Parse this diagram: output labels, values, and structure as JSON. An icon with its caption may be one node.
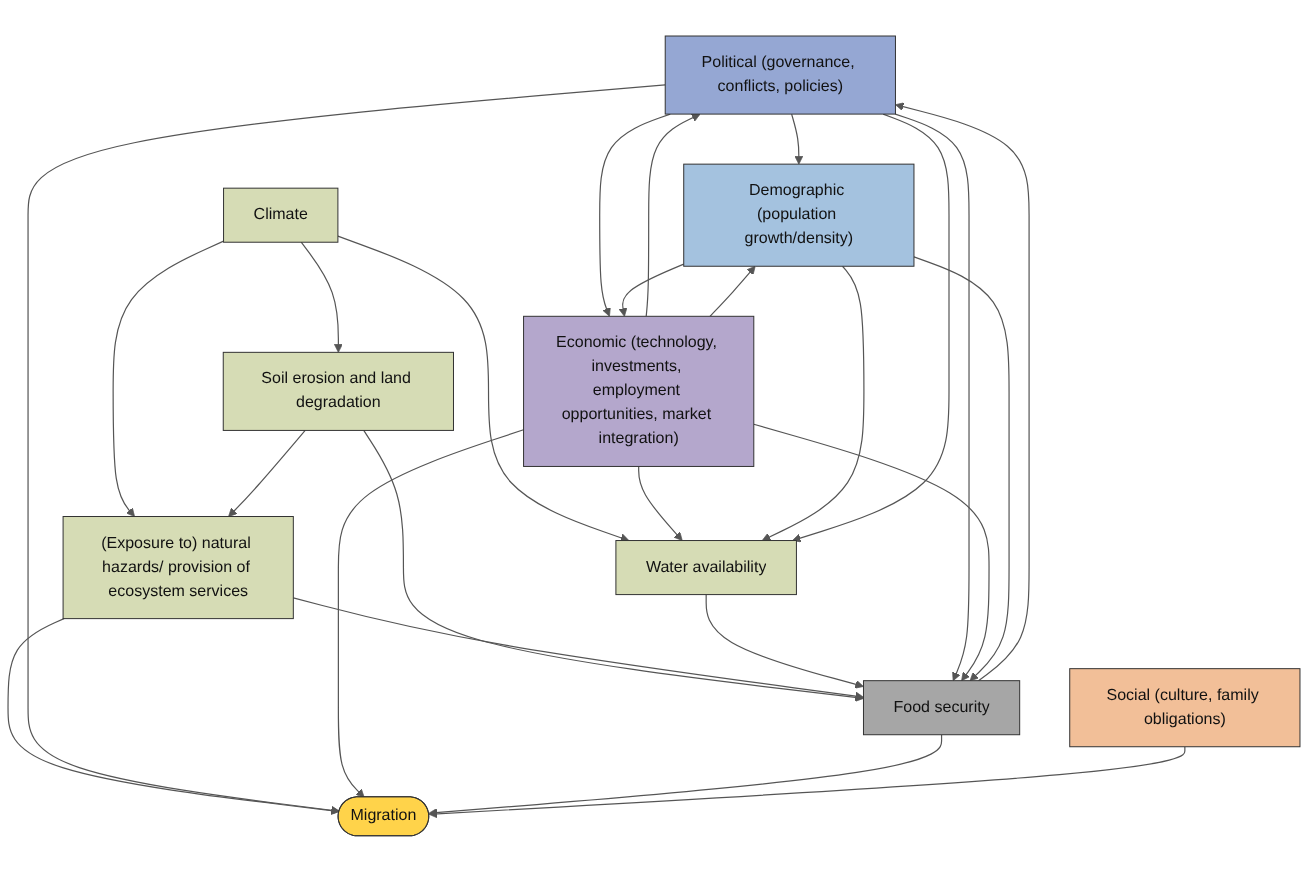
{
  "diagram": {
    "nodes": [
      {
        "text": [
          "Political (governance, conflicts, policies)"
        ]
      },
      {
        "text": [
          "Water availability"
        ]
      },
      {
        "text": [
          "Economic (technology, investments, employment opportunities, market integration)"
        ]
      },
      {
        "text": [
          "Climate"
        ]
      },
      {
        "text": [
          "Soil erosion and land degradation"
        ]
      },
      {
        "text": [
          "Food security"
        ]
      },
      {
        "text": [
          "Demographic (population growth/density)"
        ]
      },
      {
        "text": [
          "(Exposure to) natural hazards/ provision of ecosystem services"
        ]
      },
      {
        "text": [
          "Migration"
        ]
      },
      {
        "text": [
          "Social (culture, family obligations)"
        ]
      }
    ],
    "edges": [
      {
        "from": 3,
        "to": 1,
        "arrow": "to"
      },
      {
        "from": 3,
        "to": 4,
        "arrow": "to"
      },
      {
        "from": 3,
        "to": 7,
        "arrow": "to"
      },
      {
        "from": 4,
        "to": 7,
        "arrow": "to"
      },
      {
        "from": 4,
        "to": 5,
        "arrow": "to"
      },
      {
        "from": 7,
        "to": 5,
        "arrow": "to"
      },
      {
        "from": 7,
        "to": 8,
        "arrow": "to"
      },
      {
        "from": 1,
        "to": 5,
        "arrow": "to"
      },
      {
        "from": 2,
        "to": 1,
        "arrow": "to"
      },
      {
        "from": 6,
        "to": 1,
        "arrow": "to"
      },
      {
        "from": 0,
        "to": 1,
        "arrow": "to"
      },
      {
        "from": 0,
        "to": 6,
        "arrow": "to"
      },
      {
        "from": 0,
        "to": 8,
        "arrow": "to"
      },
      {
        "from": 0,
        "to": 5,
        "arrow": "to"
      },
      {
        "from": 5,
        "to": 0,
        "arrow": "to"
      },
      {
        "from": 2,
        "to": 5,
        "arrow": "to"
      },
      {
        "from": 2,
        "to": 0,
        "arrow": "to"
      },
      {
        "from": 0,
        "to": 2,
        "arrow": "to"
      },
      {
        "from": 6,
        "to": 2,
        "arrow": "to"
      },
      {
        "from": 2,
        "to": 6,
        "arrow": "to"
      },
      {
        "from": 2,
        "to": 8,
        "arrow": "to"
      },
      {
        "from": 6,
        "to": 5,
        "arrow": "to"
      },
      {
        "from": 5,
        "to": 8,
        "arrow": "to"
      },
      {
        "from": 9,
        "to": 8,
        "arrow": "to"
      }
    ]
  }
}
